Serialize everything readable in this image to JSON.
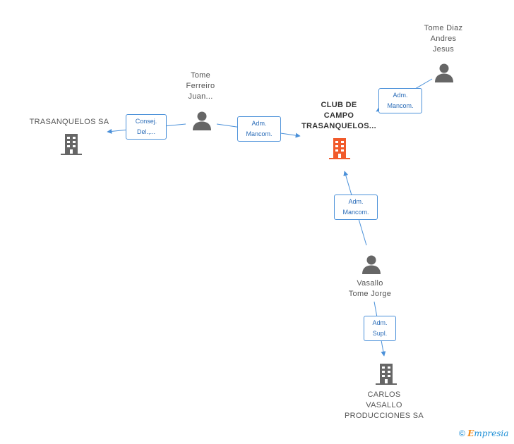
{
  "nodes": {
    "club": {
      "lines": [
        "CLUB DE",
        "CAMPO",
        "TRASANQUELOS..."
      ],
      "type": "company",
      "color": "#f15a2b"
    },
    "trasanquelos": {
      "lines": [
        "TRASANQUELOS SA"
      ],
      "type": "company",
      "color": "#666666"
    },
    "tome_ferreiro": {
      "lines": [
        "Tome",
        "Ferreiro",
        "Juan..."
      ],
      "type": "person",
      "color": "#666666"
    },
    "tome_diaz": {
      "lines": [
        "Tome Diaz",
        "Andres",
        "Jesus"
      ],
      "type": "person",
      "color": "#666666"
    },
    "vasallo": {
      "lines": [
        "Vasallo",
        "Tome Jorge"
      ],
      "type": "person",
      "color": "#666666"
    },
    "carlos": {
      "lines": [
        "CARLOS",
        "VASALLO",
        "PRODUCCIONES SA"
      ],
      "type": "company",
      "color": "#666666"
    }
  },
  "edges": {
    "ferreiro_to_trasanquelos": [
      "Consej.",
      "Del.,..."
    ],
    "ferreiro_to_club": [
      "Adm.",
      "Mancom."
    ],
    "diaz_to_club": [
      "Adm.",
      "Mancom."
    ],
    "vasallo_to_club": [
      "Adm.",
      "Mancom."
    ],
    "vasallo_to_carlos": [
      "Adm.",
      "Supl."
    ]
  },
  "colors": {
    "edge": "#4a90d9",
    "focus": "#f15a2b",
    "node": "#666666"
  },
  "footer": {
    "copyright": "©",
    "brand_first": "E",
    "brand_rest": "mpresia"
  }
}
